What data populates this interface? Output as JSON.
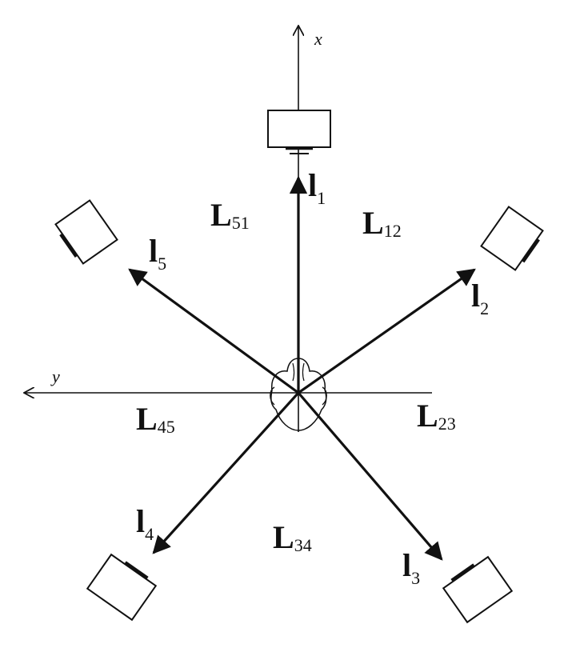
{
  "axes": {
    "x_label": "x",
    "y_label": "y"
  },
  "vectors": [
    {
      "id": "l1",
      "main": "l",
      "sub": "1"
    },
    {
      "id": "l2",
      "main": "l",
      "sub": "2"
    },
    {
      "id": "l3",
      "main": "l",
      "sub": "3"
    },
    {
      "id": "l4",
      "main": "l",
      "sub": "4"
    },
    {
      "id": "l5",
      "main": "l",
      "sub": "5"
    }
  ],
  "regions": [
    {
      "id": "L51",
      "main": "L",
      "sub": "51"
    },
    {
      "id": "L12",
      "main": "L",
      "sub": "12"
    },
    {
      "id": "L23",
      "main": "L",
      "sub": "23"
    },
    {
      "id": "L34",
      "main": "L",
      "sub": "34"
    },
    {
      "id": "L45",
      "main": "L",
      "sub": "45"
    }
  ],
  "speakers": [
    "front-speaker",
    "front-right-speaker",
    "rear-right-speaker",
    "rear-left-speaker",
    "front-left-speaker"
  ],
  "listener": "listener-head-icon"
}
